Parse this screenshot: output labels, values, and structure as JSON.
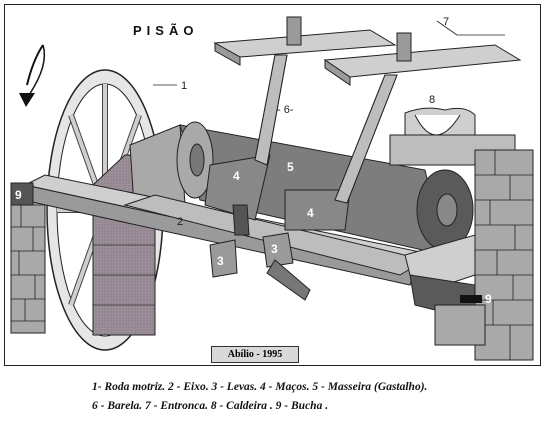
{
  "title": "PISÃO",
  "credit": "Abílio - 1995",
  "labels": {
    "l1": "1",
    "l2": "2",
    "l3a": "3",
    "l3b": "3",
    "l4a": "4",
    "l4b": "4",
    "l5": "5",
    "l6": "- 6-",
    "l7": "7",
    "l8": "8",
    "l9a": "9",
    "l9b": "9"
  },
  "caption": {
    "line1": "1-  Roda motriz. 2 - Eixo. 3 - Levas. 4 - Maços. 5 - Masseira (Gastalho).",
    "line2": "6 - Barela. 7 - Entronca.  8 - Caldeira . 9 - Bucha ."
  },
  "colors": {
    "stone": "#a9a9a9",
    "stone_dark": "#8e8a90",
    "wood": "#cfcfcf",
    "wood_dark": "#9a9a9a",
    "trough": "#7d7d7d",
    "outline": "#222222"
  }
}
